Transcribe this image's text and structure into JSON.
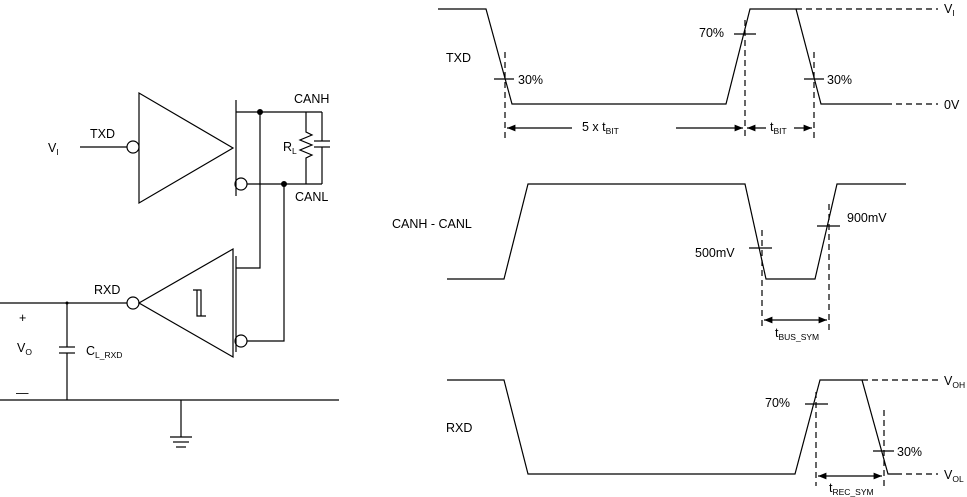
{
  "circuit": {
    "input_label": "V",
    "input_sub": "I",
    "txd_label": "TXD",
    "canh_label": "CANH",
    "canl_label": "CANL",
    "rl_label": "R",
    "rl_sub": "L",
    "rxd_label": "RXD",
    "plus_label": "+",
    "minus_label": "—",
    "vo_label": "V",
    "vo_sub": "O",
    "cl_label": "C",
    "cl_sub": "L_RXD"
  },
  "timing": {
    "txd_label": "TXD",
    "vi_label": "V",
    "vi_sub": "I",
    "zero_v_label": "0V",
    "pct70_top": "70%",
    "pct30_left": "30%",
    "pct30_right": "30%",
    "five_tbit_prefix": "5 x t",
    "five_tbit_sub": "BIT",
    "tbit_label": "t",
    "tbit_sub": "BIT",
    "can_label": "CANH - CANL",
    "mv500_label": "500mV",
    "mv900_label": "900mV",
    "tbus_label": "t",
    "tbus_sub": "BUS_SYM",
    "rxd_label": "RXD",
    "voh_label": "V",
    "voh_sub": "OH",
    "vol_label": "V",
    "vol_sub": "OL",
    "pct70_rxd": "70%",
    "pct30_rxd": "30%",
    "trec_label": "t",
    "trec_sub": "REC_SYM"
  }
}
